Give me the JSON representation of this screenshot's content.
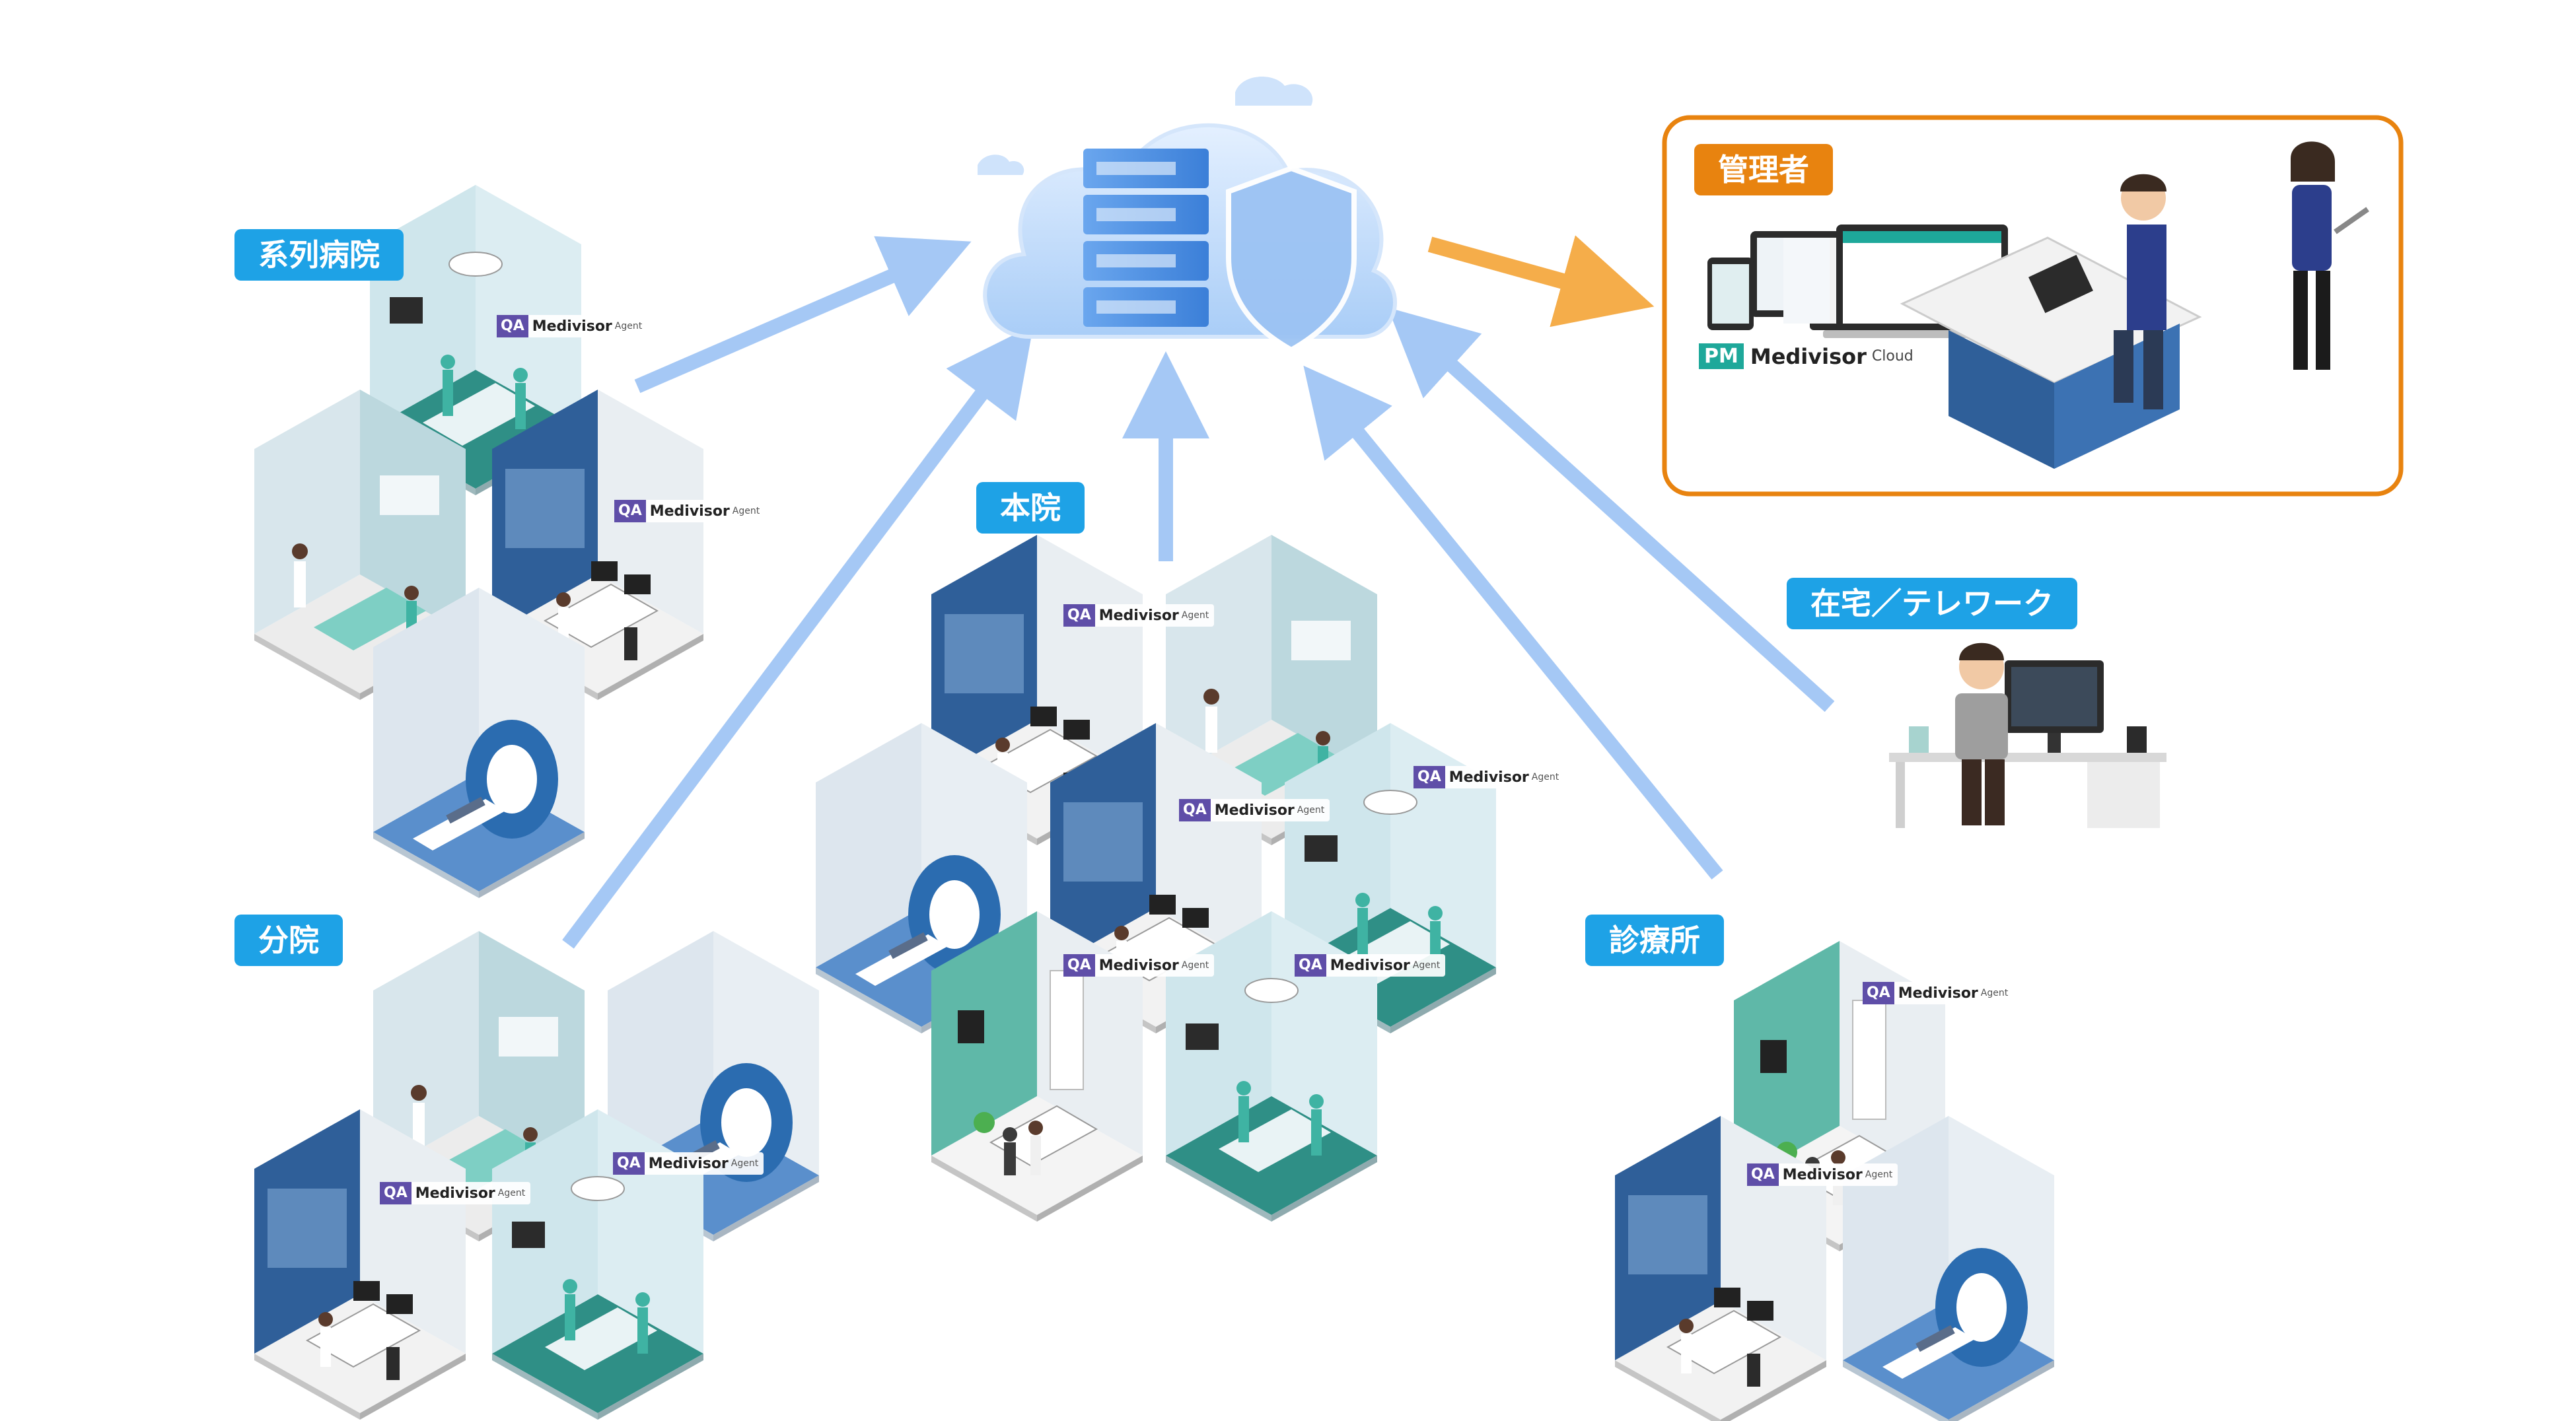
{
  "colors": {
    "label_bg": "#1ea2e6",
    "admin_label_bg": "#e8830f",
    "admin_border": "#e8830f",
    "arrow_blue": "#a5c8f5",
    "arrow_orange": "#f5ad4a",
    "cloud": "#cfe3fb",
    "mri_blue": "#2b6cb0",
    "teal": "#3fb3a3"
  },
  "sites": {
    "keiretsu": {
      "label": "系列病院"
    },
    "bunin": {
      "label": "分院"
    },
    "honin": {
      "label": "本院"
    },
    "shinryojo": {
      "label": "診療所"
    },
    "telework": {
      "label": "在宅／テレワーク"
    }
  },
  "admin": {
    "label": "管理者",
    "logo_pm": "PM",
    "logo_name": "Medivisor",
    "logo_sub": "Cloud"
  },
  "agent": {
    "qa": "QA",
    "name": "Medivisor",
    "sub": "Agent"
  },
  "icons": [
    "cloud-server-icon",
    "shield-icon",
    "room-or-icon",
    "room-exam-icon",
    "room-office-icon",
    "room-mri-icon",
    "room-xray-icon",
    "telework-desk-icon",
    "admin-desk-icon",
    "admin-person-icon",
    "monitor-devices-icon"
  ]
}
